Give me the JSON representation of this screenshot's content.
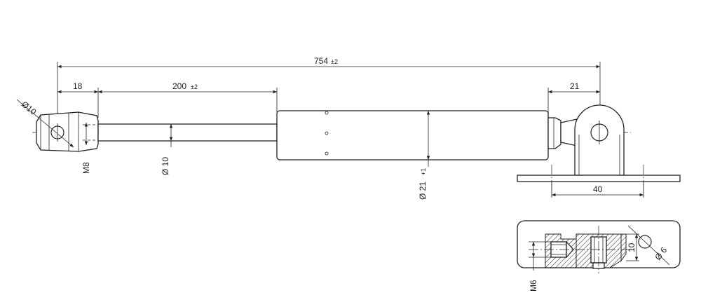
{
  "drawing": {
    "dims": {
      "overall": "754",
      "overall_tol": "±2",
      "rod_end": "18",
      "stroke": "200",
      "stroke_tol": "±2",
      "clevis": "21",
      "plate_width": "40",
      "eye_dia": "Ø10",
      "thread": "M8",
      "rod_dia": "Ø 10",
      "tube_dia": "Ø 21",
      "tube_dia_tol": "+1",
      "detail_height": "10",
      "detail_hole": "Ø 6",
      "detail_thread": "M6"
    }
  }
}
